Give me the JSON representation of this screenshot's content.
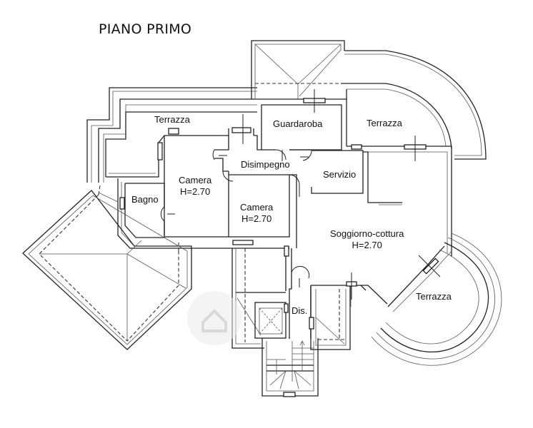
{
  "plan": {
    "title": "PIANO PRIMO",
    "rooms": [
      {
        "id": "terrazza-nw",
        "name": "Terrazza"
      },
      {
        "id": "guardaroba",
        "name": "Guardaroba"
      },
      {
        "id": "terrazza-ne",
        "name": "Terrazza"
      },
      {
        "id": "disimpegno",
        "name": "Disimpegno"
      },
      {
        "id": "servizio",
        "name": "Servizio"
      },
      {
        "id": "camera-1",
        "name": "Camera",
        "height": "H=2.70"
      },
      {
        "id": "camera-2",
        "name": "Camera",
        "height": "H=2.70"
      },
      {
        "id": "bagno",
        "name": "Bagno"
      },
      {
        "id": "soggiorno",
        "name": "Soggiorno-cottura",
        "height": "H=2.70"
      },
      {
        "id": "terrazza-se",
        "name": "Terrazza"
      },
      {
        "id": "dis",
        "name": "Dis."
      }
    ],
    "watermark_icon": "house-icon"
  }
}
